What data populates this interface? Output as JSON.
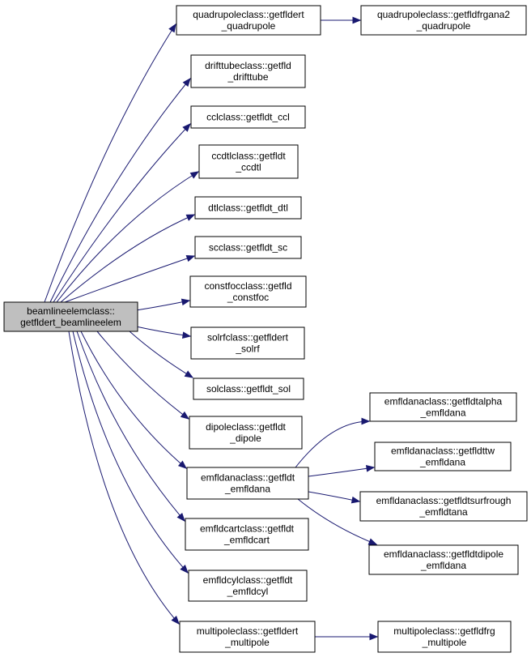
{
  "graph": {
    "colors": {
      "edge": "#191970",
      "node_fill": "#ffffff",
      "root_fill": "#bfbfbf",
      "border": "#000000"
    },
    "nodes": {
      "root": [
        "beamlineelemclass::",
        "getfldert_beamlineelem"
      ],
      "quad": [
        "quadrupoleclass::getfldert",
        "_quadrupole"
      ],
      "quad2": [
        "quadrupoleclass::getfldfrgana2",
        "_quadrupole"
      ],
      "drift": [
        "drifttubeclass::getfld",
        "_drifttube"
      ],
      "ccl": [
        "cclclass::getfldt_ccl"
      ],
      "ccdtl": [
        "ccdtlclass::getfldt",
        "_ccdtl"
      ],
      "dtl": [
        "dtlclass::getfldt_dtl"
      ],
      "sc": [
        "scclass::getfldt_sc"
      ],
      "constfoc": [
        "constfocclass::getfld",
        "_constfoc"
      ],
      "solrf": [
        "solrfclass::getfldert",
        "_solrf"
      ],
      "sol": [
        "solclass::getfldt_sol"
      ],
      "dipole": [
        "dipoleclass::getfldt",
        "_dipole"
      ],
      "emfldana": [
        "emfldanaclass::getfldt",
        "_emfldana"
      ],
      "emfldcart": [
        "emfldcartclass::getfldt",
        "_emfldcart"
      ],
      "emfldcyl": [
        "emfldcylclass::getfldt",
        "_emfldcyl"
      ],
      "multipole": [
        "multipoleclass::getfldert",
        "_multipole"
      ],
      "multipole2": [
        "multipoleclass::getfldfrg",
        "_multipole"
      ],
      "emalpha": [
        "emfldanaclass::getfldtalpha",
        "_emfldana"
      ],
      "emtw": [
        "emfldanaclass::getfldttw",
        "_emfldana"
      ],
      "emsurf": [
        "emfldanaclass::getfldtsurfrough",
        "_emfldtana"
      ],
      "emdipole": [
        "emfldanaclass::getfldtdipole",
        "_emfldana"
      ]
    },
    "edges": [
      [
        "root",
        "quad"
      ],
      [
        "root",
        "drift"
      ],
      [
        "root",
        "ccl"
      ],
      [
        "root",
        "ccdtl"
      ],
      [
        "root",
        "dtl"
      ],
      [
        "root",
        "sc"
      ],
      [
        "root",
        "constfoc"
      ],
      [
        "root",
        "solrf"
      ],
      [
        "root",
        "sol"
      ],
      [
        "root",
        "dipole"
      ],
      [
        "root",
        "emfldana"
      ],
      [
        "root",
        "emfldcart"
      ],
      [
        "root",
        "emfldcyl"
      ],
      [
        "root",
        "multipole"
      ],
      [
        "quad",
        "quad2"
      ],
      [
        "multipole",
        "multipole2"
      ],
      [
        "emfldana",
        "emalpha"
      ],
      [
        "emfldana",
        "emtw"
      ],
      [
        "emfldana",
        "emsurf"
      ],
      [
        "emfldana",
        "emdipole"
      ]
    ]
  }
}
